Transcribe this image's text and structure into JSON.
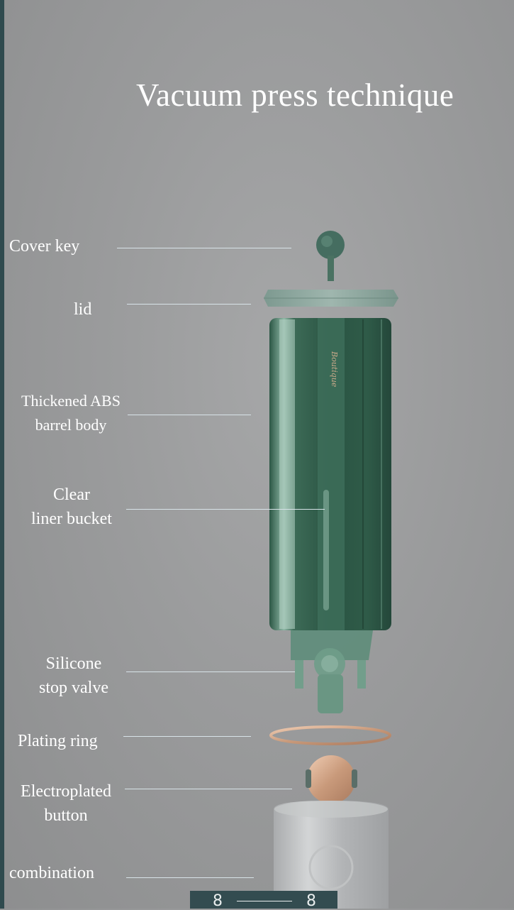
{
  "title": "Vacuum press technique",
  "labels": {
    "cover_key": "Cover key",
    "lid": "lid",
    "abs_line1": "Thickened ABS",
    "abs_line2": "barrel body",
    "liner_line1": "Clear",
    "liner_line2": "liner bucket",
    "valve_line1": "Silicone",
    "valve_line2": "stop valve",
    "plating_ring": "Plating ring",
    "button_line1": "Electroplated",
    "button_line2": "button",
    "combination": "combination"
  },
  "brand_mark": "Boutique",
  "pager": {
    "current": "8",
    "total": "8"
  },
  "colors": {
    "background": "#9a9b9c",
    "accent_strip": "#2f4a4e",
    "barrel_green": "#2f5a48",
    "copper": "#c79a7e"
  }
}
